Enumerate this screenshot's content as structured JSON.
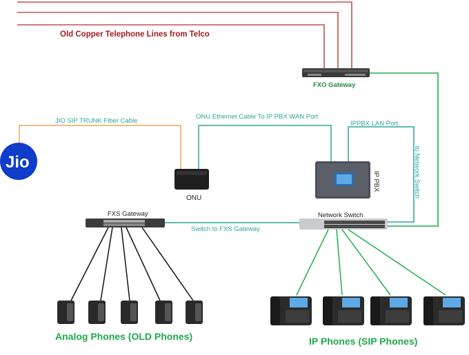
{
  "labels": {
    "telco": "Old Copper Telephone Lines from Telco",
    "fxo": "FXO Gateway",
    "jio_trunk": "JIO SIP TRUNK  Fiber Cable",
    "onu_eth": "ONU Ethernet Cable To IP PBX  WAN Port",
    "ippbx_lan": "IPPBX LAN Port",
    "to_switch": "to Network Switch",
    "ip_pbx": "IP PBX",
    "onu": "ONU",
    "fxs": "FXS Gateway",
    "net_switch": "Network Switch",
    "switch_to_fxs": "Switch to FXS Gateway",
    "analog_title": "Analog Phones (OLD Phones)",
    "ip_title": "IP Phones (SIP Phones)"
  },
  "jio_logo": "Jio",
  "colors": {
    "copper": "#c0504d",
    "telco_text": "#a11d1d",
    "fiber": "#f4a460",
    "ethernet": "#2aa59a",
    "green_link": "#1fae4c",
    "black_link": "#111111",
    "jio_blue": "#0f3cc9",
    "title_green": "#1faa4a"
  }
}
